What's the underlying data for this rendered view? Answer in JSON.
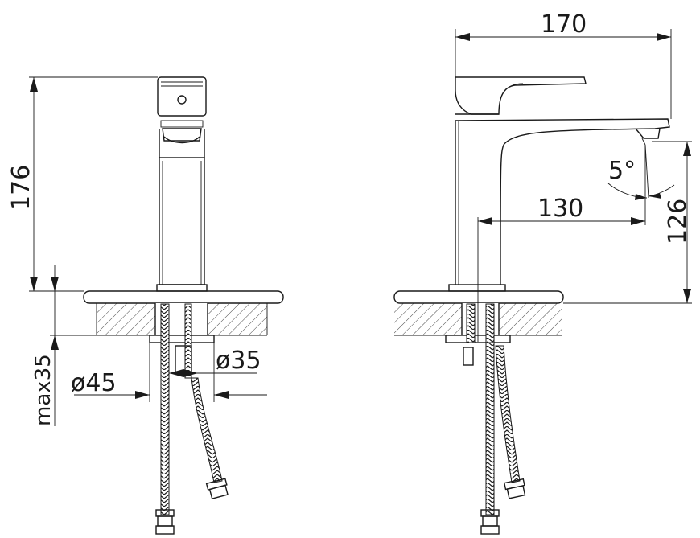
{
  "dimensions": {
    "overall_height": "176",
    "overall_depth": "170",
    "spout_reach": "130",
    "spout_height": "126",
    "spout_angle": "5°",
    "hole_diameter_max": "ø45",
    "hole_diameter_min": "ø35",
    "max_deck_thickness": "max35"
  },
  "views": [
    "front-view",
    "side-view"
  ]
}
